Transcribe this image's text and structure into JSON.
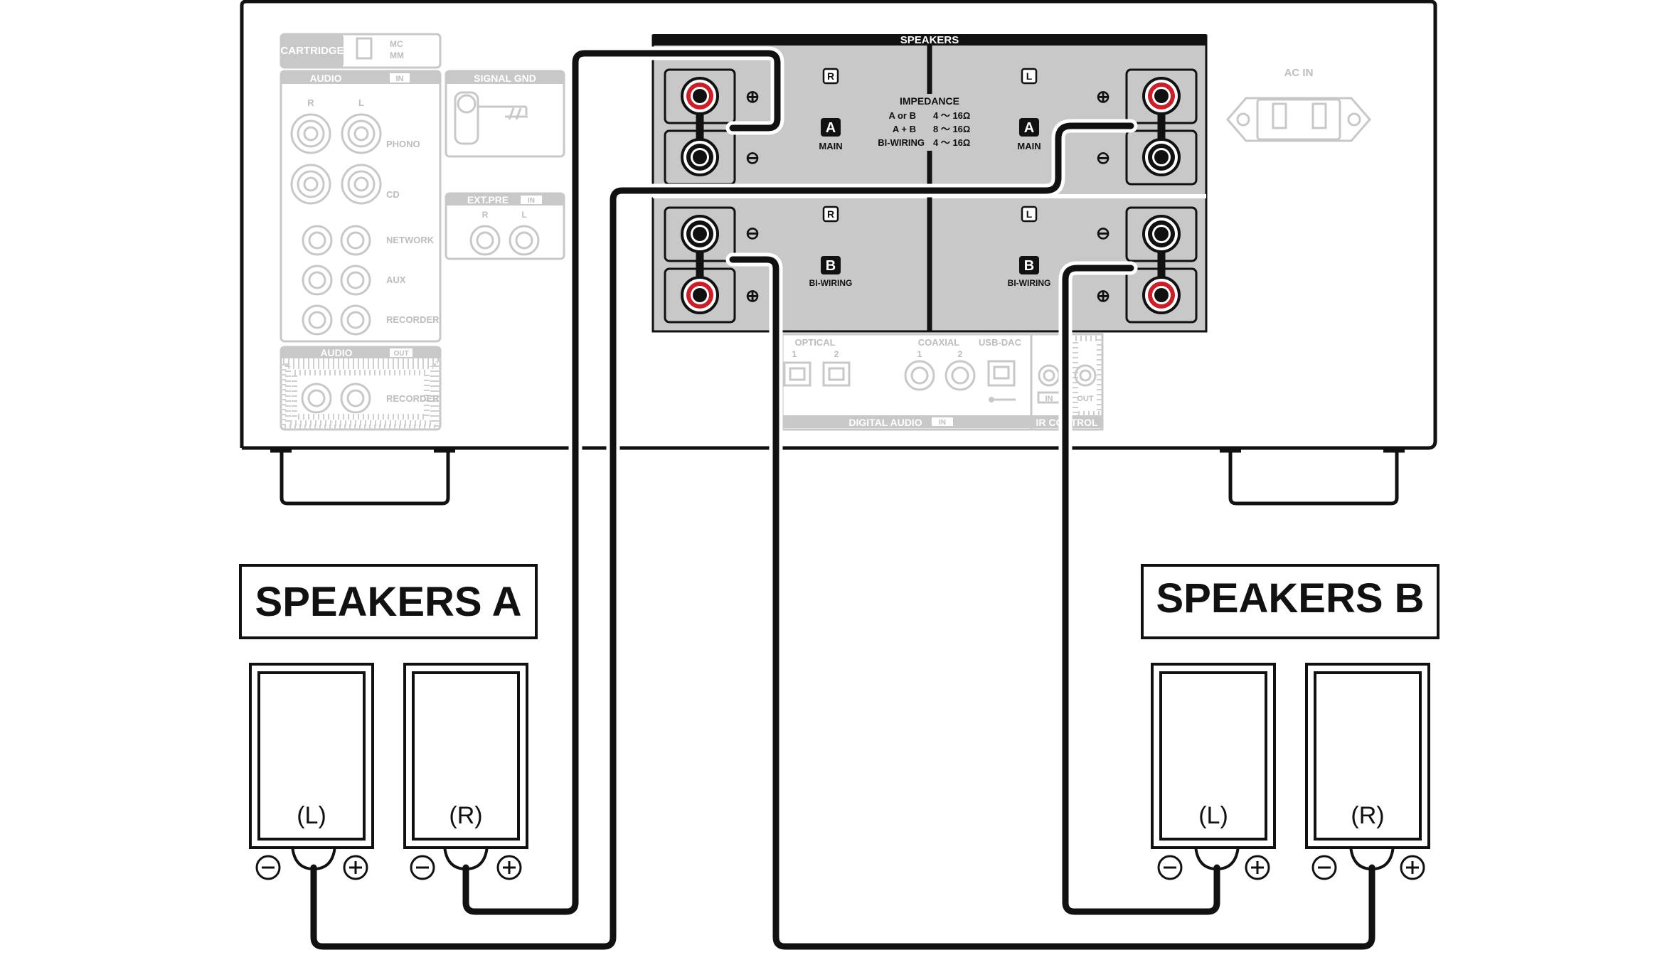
{
  "colors": {
    "outline": "#111111",
    "panel": "#c8c8c8",
    "faded": "#c8c8c8",
    "terminal_positive": "#c8202a",
    "terminal_negative": "#111111"
  },
  "rear_panel": {
    "speakers_label": "SPEAKERS",
    "right_label": "R",
    "left_label": "L",
    "a_badge": "A",
    "b_badge": "B",
    "main_label": "MAIN",
    "biwiring_label": "BI-WIRING",
    "plus_symbol": "⊕",
    "minus_symbol": "⊖",
    "impedance": {
      "title": "IMPEDANCE",
      "rows": [
        {
          "mode": "A or B",
          "range": "4 〜 16Ω"
        },
        {
          "mode": "A + B",
          "range": "8 〜 16Ω"
        },
        {
          "mode": "BI-WIRING",
          "range": "4 〜 16Ω"
        }
      ]
    },
    "ac_in": "AC IN",
    "cartridge": "CARTRIDGE",
    "cartridge_mc": "MC",
    "cartridge_mm": "MM",
    "audio_in": "AUDIO",
    "in_tag": "IN",
    "out_tag": "OUT",
    "signal_gnd": "SIGNAL GND",
    "inputs": [
      "PHONO",
      "CD",
      "NETWORK",
      "AUX",
      "RECORDER"
    ],
    "audio_out_recorder": "RECORDER",
    "ext_pre": "EXT.PRE",
    "optical": "OPTICAL",
    "coaxial": "COAXIAL",
    "usb_dac": "USB-DAC",
    "port_1": "1",
    "port_2": "2",
    "digital_audio": "DIGITAL AUDIO",
    "ir_control": "IR CONTROL"
  },
  "groups": {
    "a_title": "SPEAKERS A",
    "b_title": "SPEAKERS B"
  },
  "speakers": {
    "left_label": "(L)",
    "right_label": "(R)"
  }
}
